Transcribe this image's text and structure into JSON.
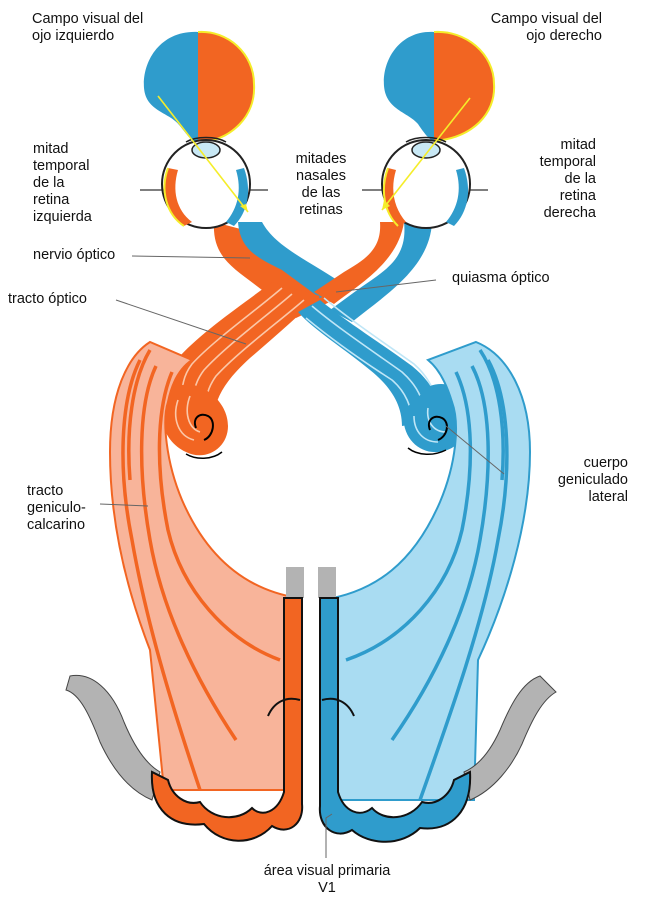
{
  "labels": {
    "left_field": "Campo visual del\nojo izquierdo",
    "right_field": "Campo visual del\nojo derecho",
    "temporal_left": "mitad\ntemporal\nde la\nretina\nizquierda",
    "nasal": "mitades\nnasales\nde las\nretinas",
    "temporal_right": "mitad\ntemporal\nde la\nretina\nderecha",
    "optic_nerve": "nervio óptico",
    "chiasm": "quiasma óptico",
    "optic_tract": "tracto óptico",
    "lgn": "cuerpo\ngeniculado\nlateral",
    "geniculo": "tracto\ngeniculo-\ncalcarino",
    "v1": "área visual primaria\nV1"
  },
  "colors": {
    "left_pathway": "#f26522",
    "left_pathway_light": "#f8b49a",
    "right_pathway": "#2f9ccc",
    "right_pathway_light": "#a9dcf2",
    "cortex_gray": "#b3b3b3",
    "sight_line": "#f5ed2a"
  }
}
